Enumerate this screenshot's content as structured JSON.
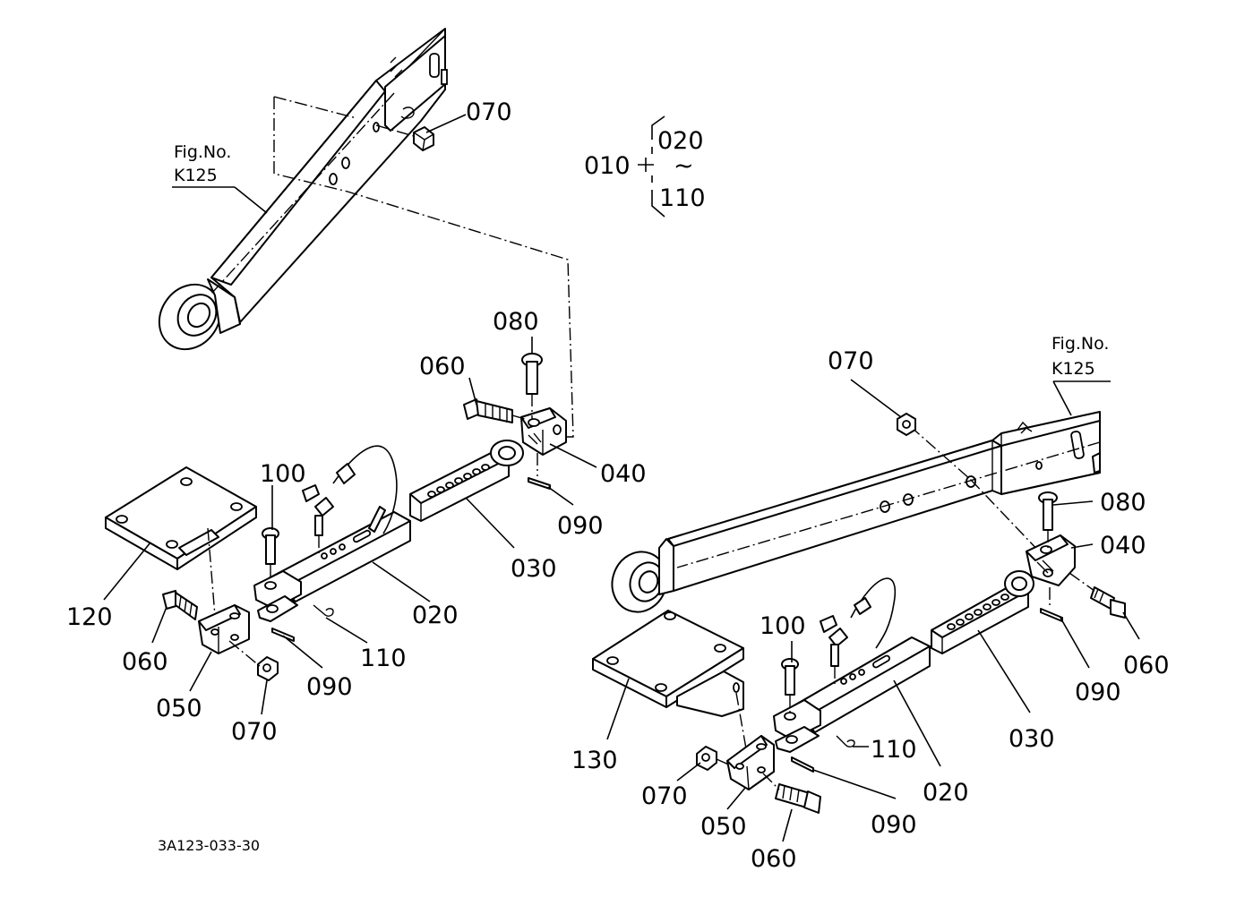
{
  "drawing_code": "3A123-033-30",
  "assembly": {
    "parent": "010",
    "range_start": "020",
    "range_sep": "~",
    "range_end": "110"
  },
  "figure_refs": [
    {
      "fig": "Fig.No.",
      "number": "K125"
    },
    {
      "fig": "Fig.No.",
      "number": "K125"
    }
  ],
  "left_labels": {
    "p070a": "070",
    "p080": "080",
    "p060a": "060",
    "p040": "040",
    "p100": "100",
    "p090a": "090",
    "p030": "030",
    "p020": "020",
    "p120": "120",
    "p060b": "060",
    "p110": "110",
    "p050": "050",
    "p090b": "090",
    "p070b": "070"
  },
  "right_labels": {
    "p070a": "070",
    "p080": "080",
    "p040": "040",
    "p100": "100",
    "p060a": "060",
    "p090a": "090",
    "p030": "030",
    "p110": "110",
    "p130": "130",
    "p020": "020",
    "p070b": "070",
    "p090b": "090",
    "p050": "050",
    "p060b": "060"
  }
}
